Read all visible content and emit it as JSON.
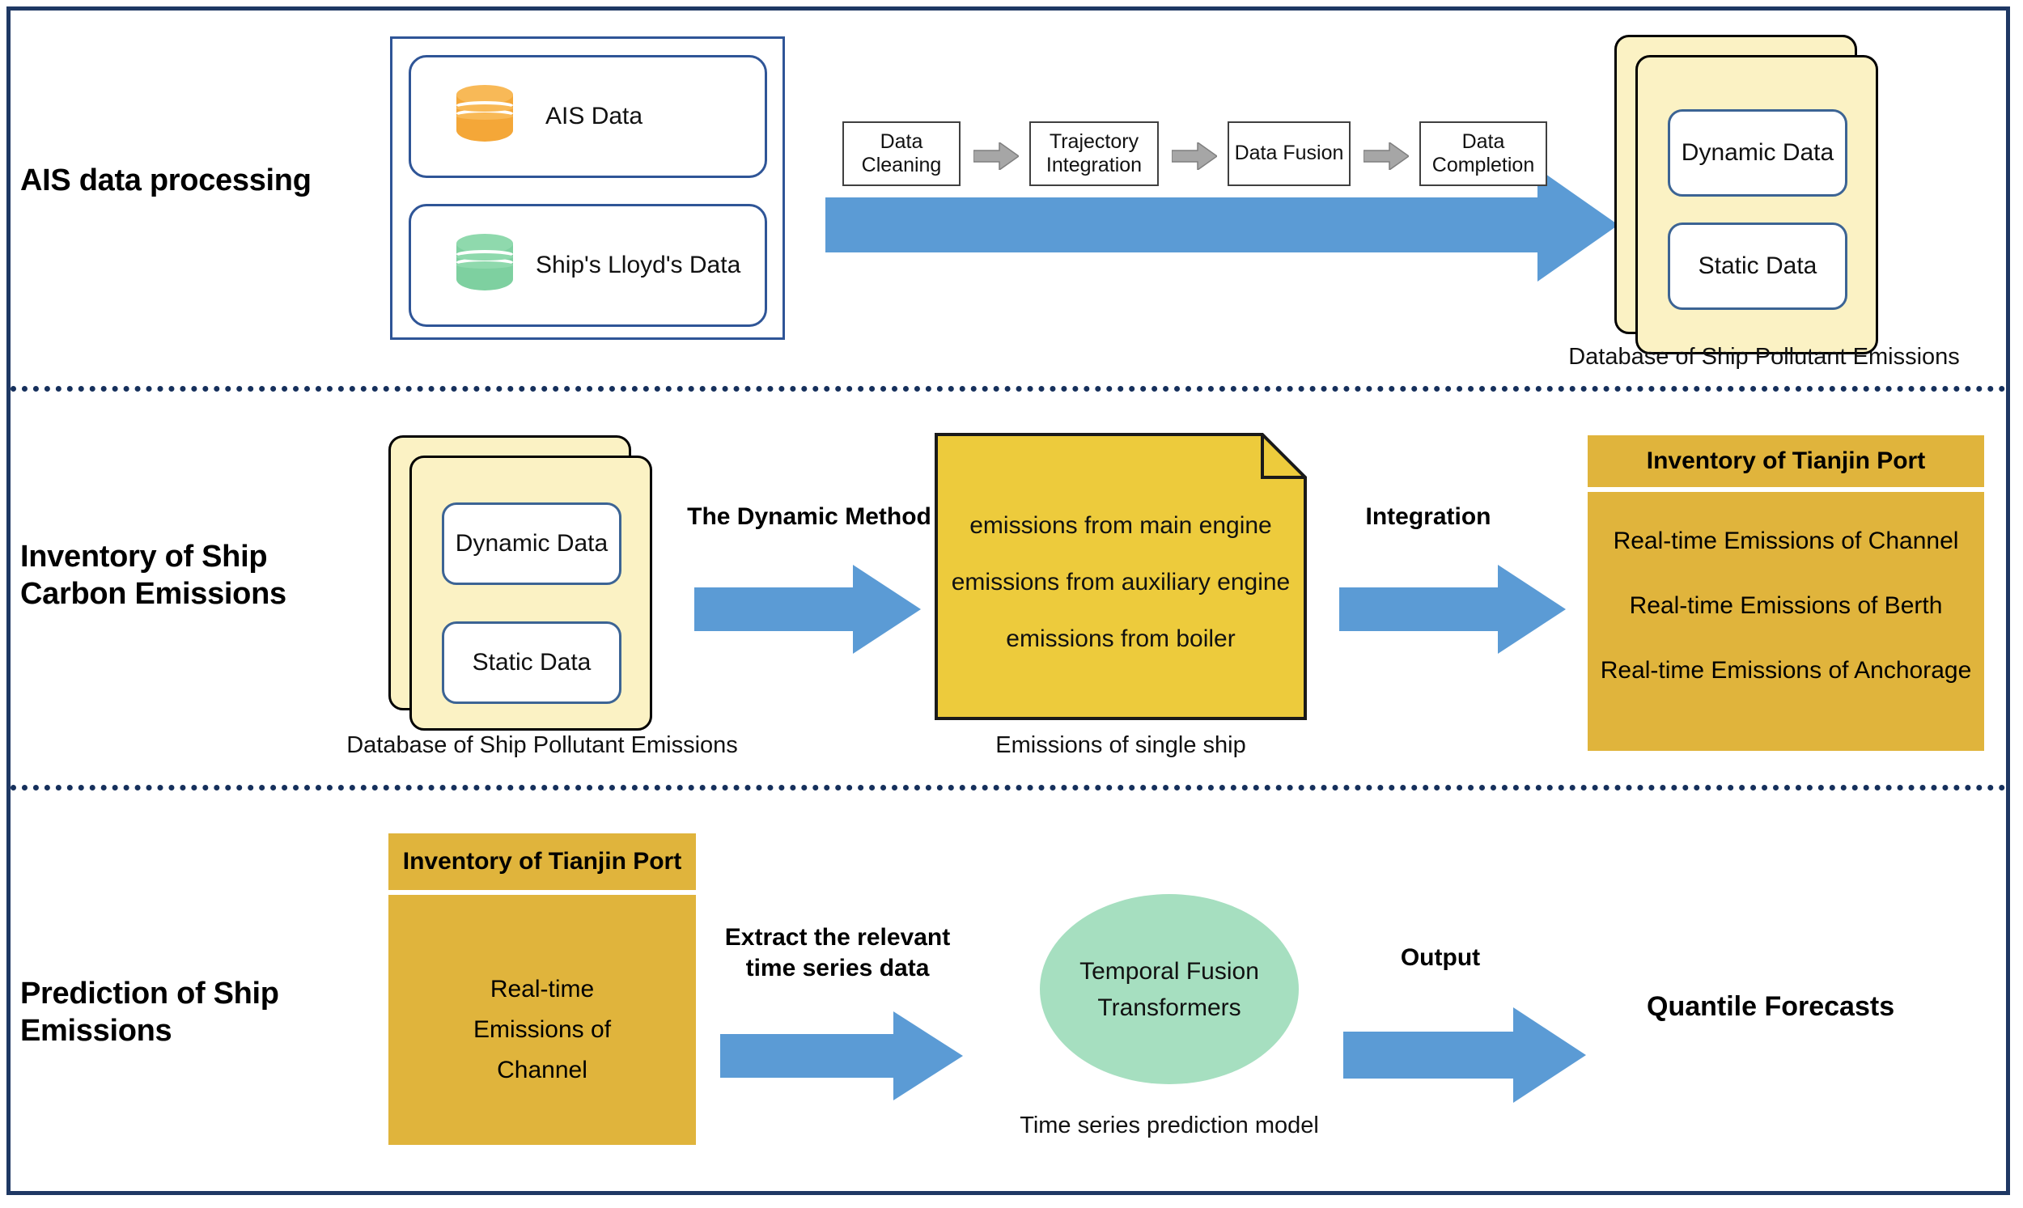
{
  "figure": {
    "border_color": "#1f3864",
    "divider_color": "#16305c",
    "accent_blue": "#5b9bd5",
    "accent_yellow": "#e0b43c",
    "accent_green": "#a6dfc0",
    "accent_orange": "#f4a738",
    "paper_yellow": "#fbf2c4"
  },
  "sections": [
    {
      "title": "AIS data processing"
    },
    {
      "title": "Inventory of Ship\nCarbon Emissions"
    },
    {
      "title": "Prediction of Ship\nEmissions"
    }
  ],
  "section1": {
    "title": "AIS data processing",
    "sources": [
      {
        "label": "AIS Data",
        "icon": "database-cylinder-icon",
        "color": "#f4a738"
      },
      {
        "label": "Ship's Lloyd's Data",
        "icon": "database-cylinder-icon",
        "color": "#7ed0a0"
      }
    ],
    "pipeline": [
      {
        "label": "Data Cleaning",
        "line1": "Data",
        "line2": "Cleaning"
      },
      {
        "label": "Trajectory Integration",
        "line1": "Trajectory",
        "line2": "Integration"
      },
      {
        "label": "Data Fusion",
        "line1": "Data Fusion",
        "line2": ""
      },
      {
        "label": "Data Completion",
        "line1": "Data",
        "line2": "Completion"
      }
    ],
    "output_stack": {
      "slots": [
        "Dynamic Data",
        "Static Data"
      ],
      "caption": "Database of Ship Pollutant Emissions"
    }
  },
  "section2": {
    "title_line1": "Inventory of Ship",
    "title_line2": "Carbon Emissions",
    "input_stack": {
      "slots": [
        "Dynamic Data",
        "Static Data"
      ],
      "caption": "Database of Ship Pollutant Emissions"
    },
    "arrow1_label": "The Dynamic Method",
    "note": {
      "lines": [
        "emissions from main engine",
        "emissions from auxiliary engine",
        "emissions from  boiler"
      ],
      "caption": "Emissions of single ship"
    },
    "arrow2_label": "Integration",
    "inventory": {
      "header": "Inventory of Tianjin Port",
      "rows": [
        "Real-time Emissions of Channel",
        "Real-time Emissions of Berth",
        "Real-time Emissions of Anchorage"
      ]
    }
  },
  "section3": {
    "title_line1": "Prediction of Ship",
    "title_line2": "Emissions",
    "inventory": {
      "header": "Inventory of Tianjin Port",
      "body_line1": "Real-time",
      "body_line2": "Emissions of",
      "body_line3": "Channel"
    },
    "arrow1_label_line1": "Extract the relevant",
    "arrow1_label_line2": "time series data",
    "model": {
      "line1": "Temporal Fusion",
      "line2": "Transformers",
      "caption": "Time series prediction model"
    },
    "arrow2_label": "Output",
    "result": "Quantile Forecasts"
  }
}
